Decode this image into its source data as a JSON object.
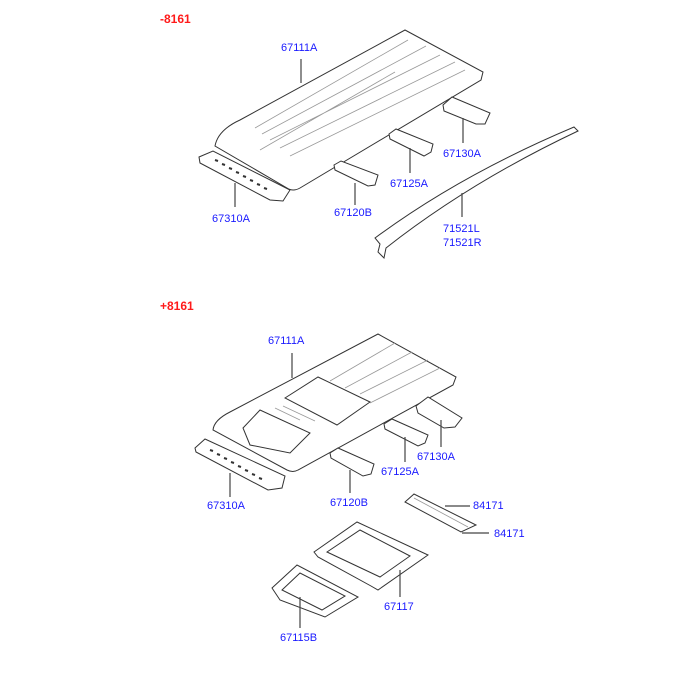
{
  "sections": [
    {
      "code": "-8161",
      "labels": {
        "roof_panel": "67111A",
        "front_rail": "67310A",
        "rail_b": "67120B",
        "rail_a": "67125A",
        "rear_rail": "67130A",
        "molding_l": "71521L",
        "molding_r": "71521R"
      }
    },
    {
      "code": "+8161",
      "labels": {
        "roof_panel": "67111A",
        "front_rail": "67310A",
        "rail_b": "67120B",
        "rail_a": "67125A",
        "rear_rail": "67130A",
        "pad_1": "84171",
        "pad_2": "84171",
        "sunroof_frame": "67117",
        "sunroof_frame_b": "67115B"
      }
    }
  ],
  "colors": {
    "section_code": "#ff1a1a",
    "part_label": "#1a1aff"
  }
}
